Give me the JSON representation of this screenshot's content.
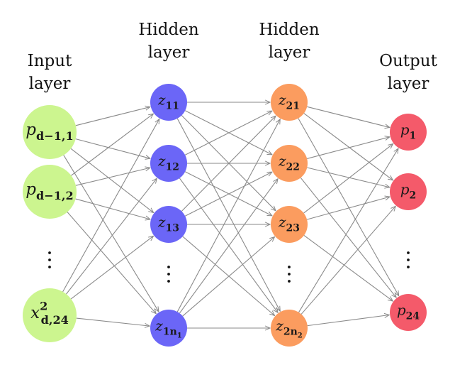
{
  "layers": [
    {
      "title_line1": "Input",
      "title_line2": "layer",
      "color": "#ccf58f",
      "nodes": [
        {
          "base": "p",
          "sub": "d−1,1",
          "sup": ""
        },
        {
          "base": "p",
          "sub": "d−1,2",
          "sup": ""
        },
        {
          "ellipsis": true
        },
        {
          "base": "x",
          "sub": "d,24",
          "sup": "2"
        }
      ]
    },
    {
      "title_line1": "Hidden",
      "title_line2": "layer",
      "color": "#6b66f7",
      "nodes": [
        {
          "base": "z",
          "sub": "11",
          "sup": ""
        },
        {
          "base": "z",
          "sub": "12",
          "sup": ""
        },
        {
          "base": "z",
          "sub": "13",
          "sup": ""
        },
        {
          "ellipsis": true
        },
        {
          "base": "z",
          "sub": "1n",
          "subsub": "1",
          "sup": ""
        }
      ]
    },
    {
      "title_line1": "Hidden",
      "title_line2": "layer",
      "color": "#fb9c5f",
      "nodes": [
        {
          "base": "z",
          "sub": "21",
          "sup": ""
        },
        {
          "base": "z",
          "sub": "22",
          "sup": ""
        },
        {
          "base": "z",
          "sub": "23",
          "sup": ""
        },
        {
          "ellipsis": true
        },
        {
          "base": "z",
          "sub": "2n",
          "subsub": "2",
          "sup": ""
        }
      ]
    },
    {
      "title_line1": "Output",
      "title_line2": "layer",
      "color": "#f45a6a",
      "nodes": [
        {
          "base": "p",
          "sub": "1",
          "sup": ""
        },
        {
          "base": "p",
          "sub": "2",
          "sup": ""
        },
        {
          "ellipsis": true
        },
        {
          "base": "p",
          "sub": "24",
          "sup": ""
        }
      ]
    }
  ],
  "colors": {
    "edge": "#8a8a8a"
  }
}
